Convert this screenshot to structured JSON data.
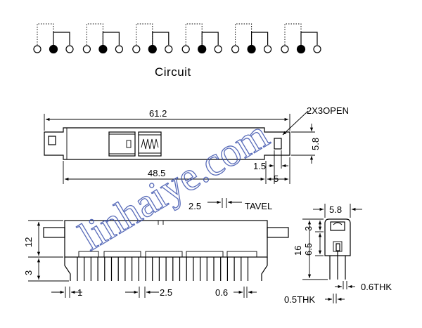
{
  "circuit": {
    "title": "Circuit",
    "groups": 6
  },
  "top_view": {
    "length_label": "61.2",
    "pitch_label": "48.5",
    "open_label": "2X3OPEN",
    "height_label": "5.8",
    "hole_label": "1.5",
    "offset_label": "5"
  },
  "front_view": {
    "travel_pitch_label": "2.5",
    "travel_label": "TAVEL",
    "height_label": "12",
    "pin_length_label": "3",
    "pin_width_label": "1",
    "pin_pitch_label": "2.5",
    "pin_thick_label": "0.6"
  },
  "side_view": {
    "width_label": "5.8",
    "body_height_label": "6.5",
    "top_label": "3",
    "total_height_label": "16",
    "pin_thick_label": "0.6THK",
    "plate_thick_label": "0.5THK"
  },
  "watermark": {
    "text": "linhaiye.com",
    "color": "#2f47a8"
  }
}
